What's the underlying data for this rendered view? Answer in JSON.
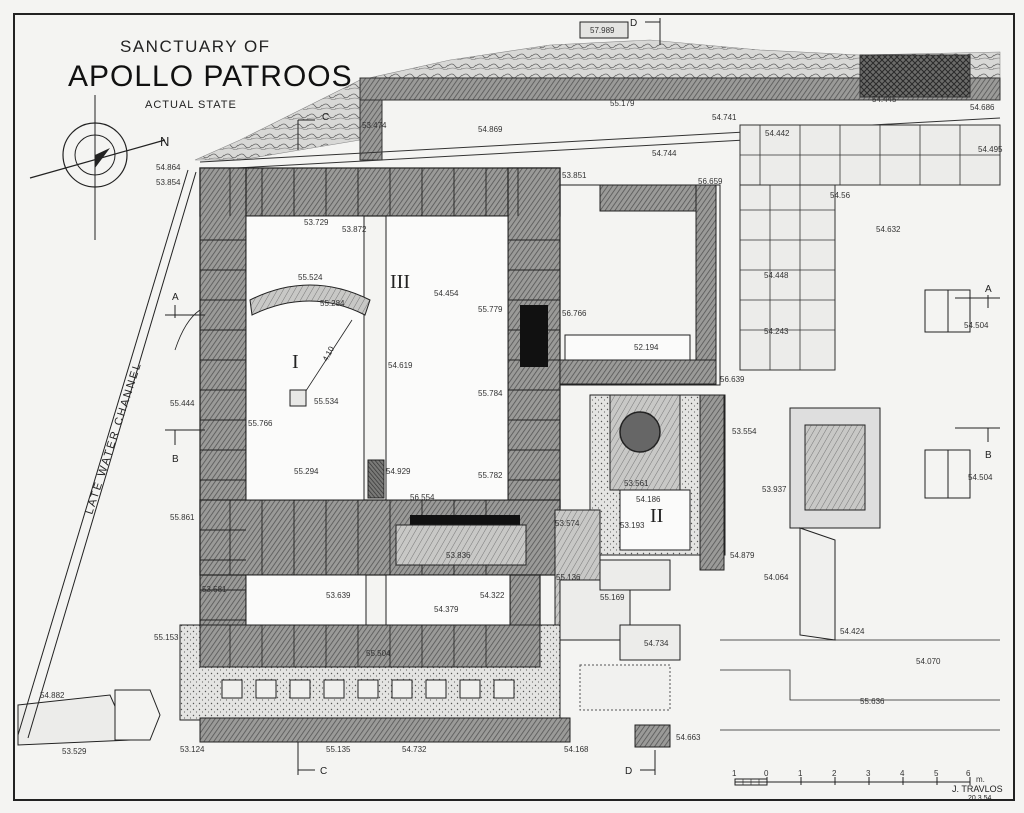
{
  "title": {
    "line1": "SANCTUARY OF",
    "line2": "APOLLO PATROOS",
    "line3": "ACTUAL STATE"
  },
  "north_label": "N",
  "channel_label": "LATE WATER CHANNEL",
  "rooms": {
    "room1": "I",
    "room2": "II",
    "room3": "III"
  },
  "section_markers": {
    "a_left": "A",
    "a_right": "A",
    "b_left": "B",
    "b_right": "B",
    "c_top": "C",
    "c_bottom": "C",
    "d_top": "D",
    "d_bottom": "D"
  },
  "dimension": "4.10",
  "scale_bar": {
    "ticks": [
      "1",
      "0",
      "1",
      "2",
      "3",
      "4",
      "5",
      "6"
    ],
    "unit": "m."
  },
  "signature": {
    "name": "J. TRAVLOS",
    "date": "20.3.54"
  },
  "elevations": [
    {
      "label": "57.989"
    },
    {
      "label": "53.474"
    },
    {
      "label": "54.869"
    },
    {
      "label": "55.179"
    },
    {
      "label": "54.741"
    },
    {
      "label": "54.445"
    },
    {
      "label": "54.686"
    },
    {
      "label": "54.442"
    },
    {
      "label": "54.495"
    },
    {
      "label": "54.744"
    },
    {
      "label": "54.864"
    },
    {
      "label": "53.854"
    },
    {
      "label": "53.851"
    },
    {
      "label": "56.659"
    },
    {
      "label": "54.56"
    },
    {
      "label": "53.729"
    },
    {
      "label": "53.872"
    },
    {
      "label": "54.632"
    },
    {
      "label": "55.524"
    },
    {
      "label": "55.284"
    },
    {
      "label": "54.454"
    },
    {
      "label": "55.779"
    },
    {
      "label": "56.766"
    },
    {
      "label": "54.448"
    },
    {
      "label": "54.504"
    },
    {
      "label": "52.194"
    },
    {
      "label": "54.243"
    },
    {
      "label": "54.619"
    },
    {
      "label": "56.639"
    },
    {
      "label": "55.534"
    },
    {
      "label": "55.444"
    },
    {
      "label": "55.766"
    },
    {
      "label": "55.784"
    },
    {
      "label": "53.554"
    },
    {
      "label": "55.294"
    },
    {
      "label": "54.929"
    },
    {
      "label": "55.782"
    },
    {
      "label": "53.561"
    },
    {
      "label": "54.186"
    },
    {
      "label": "53.937"
    },
    {
      "label": "54.504"
    },
    {
      "label": "56.554"
    },
    {
      "label": "55.861"
    },
    {
      "label": "53.574"
    },
    {
      "label": "53.193"
    },
    {
      "label": "54.879"
    },
    {
      "label": "53.836"
    },
    {
      "label": "53.581"
    },
    {
      "label": "53.639"
    },
    {
      "label": "54.379"
    },
    {
      "label": "54.322"
    },
    {
      "label": "55.136"
    },
    {
      "label": "55.169"
    },
    {
      "label": "54.064"
    },
    {
      "label": "55.153"
    },
    {
      "label": "55.504"
    },
    {
      "label": "54.734"
    },
    {
      "label": "54.424"
    },
    {
      "label": "54.070"
    },
    {
      "label": "54.882"
    },
    {
      "label": "55.636"
    },
    {
      "label": "53.529"
    },
    {
      "label": "53.124"
    },
    {
      "label": "55.135"
    },
    {
      "label": "54.732"
    },
    {
      "label": "54.168"
    },
    {
      "label": "54.663"
    }
  ]
}
